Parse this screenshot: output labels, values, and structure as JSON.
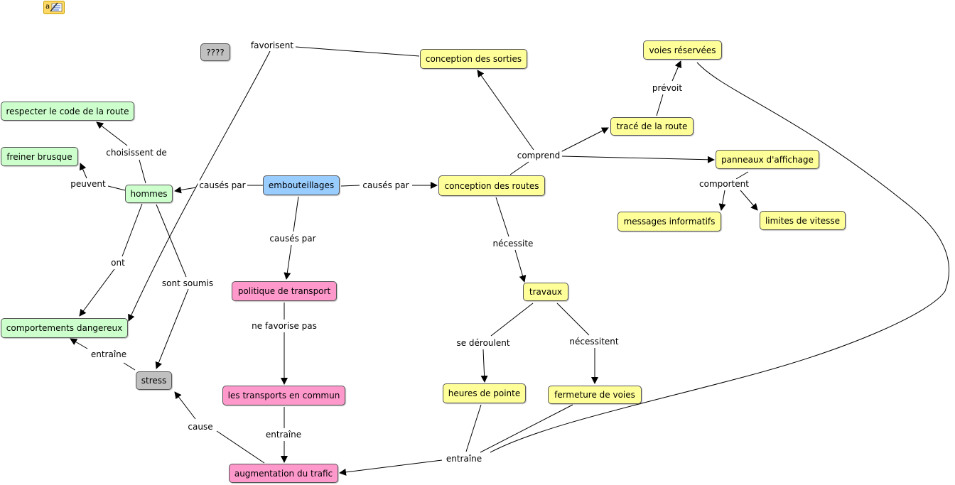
{
  "colors": {
    "yellow": "#ffff99",
    "green": "#ccffcc",
    "blue": "#99ccff",
    "pink": "#ff99cc",
    "gray": "#c0c0c0",
    "line": "#000000"
  },
  "toolbar": {
    "icon": "edit-text-icon"
  },
  "concepts": {
    "embouteillages": "embouteillages",
    "hommes": "hommes",
    "conception_routes": "conception des routes",
    "conception_sorties": "conception des sorties",
    "voies_reservees": "voies réservées",
    "trace_route": "tracé de la route",
    "panneaux": "panneaux d'affichage",
    "messages": "messages informatifs",
    "limites": "limites de vitesse",
    "travaux": "travaux",
    "heures_pointe": "heures de pointe",
    "fermeture": "fermeture de voies",
    "politique": "politique de transport",
    "transports_commun": "les transports en commun",
    "augmentation": "augmentation du trafic",
    "stress": "stress",
    "comportements": "comportements dangereux",
    "respecter": "respecter le code de la route",
    "freiner": "freiner brusque",
    "unknown": "????"
  },
  "links": {
    "causes_par_hommes": "causés par",
    "causes_par_routes": "causés par",
    "causes_par_politique": "causés par",
    "favorisent": "favorisent",
    "comprend": "comprend",
    "prevoit": "prévoit",
    "comportent": "comportent",
    "necessite": "nécessite",
    "se_deroulent": "se déroulent",
    "necessitent": "nécessitent",
    "entraine_bottom": "entraîne",
    "ne_favorise_pas": "ne favorise pas",
    "entraine_trafic": "entraîne",
    "cause": "cause",
    "entraine_stress": "entraîne",
    "choisissent_de": "choisissent de",
    "peuvent": "peuvent",
    "ont": "ont",
    "sont_soumis": "sont soumis"
  }
}
